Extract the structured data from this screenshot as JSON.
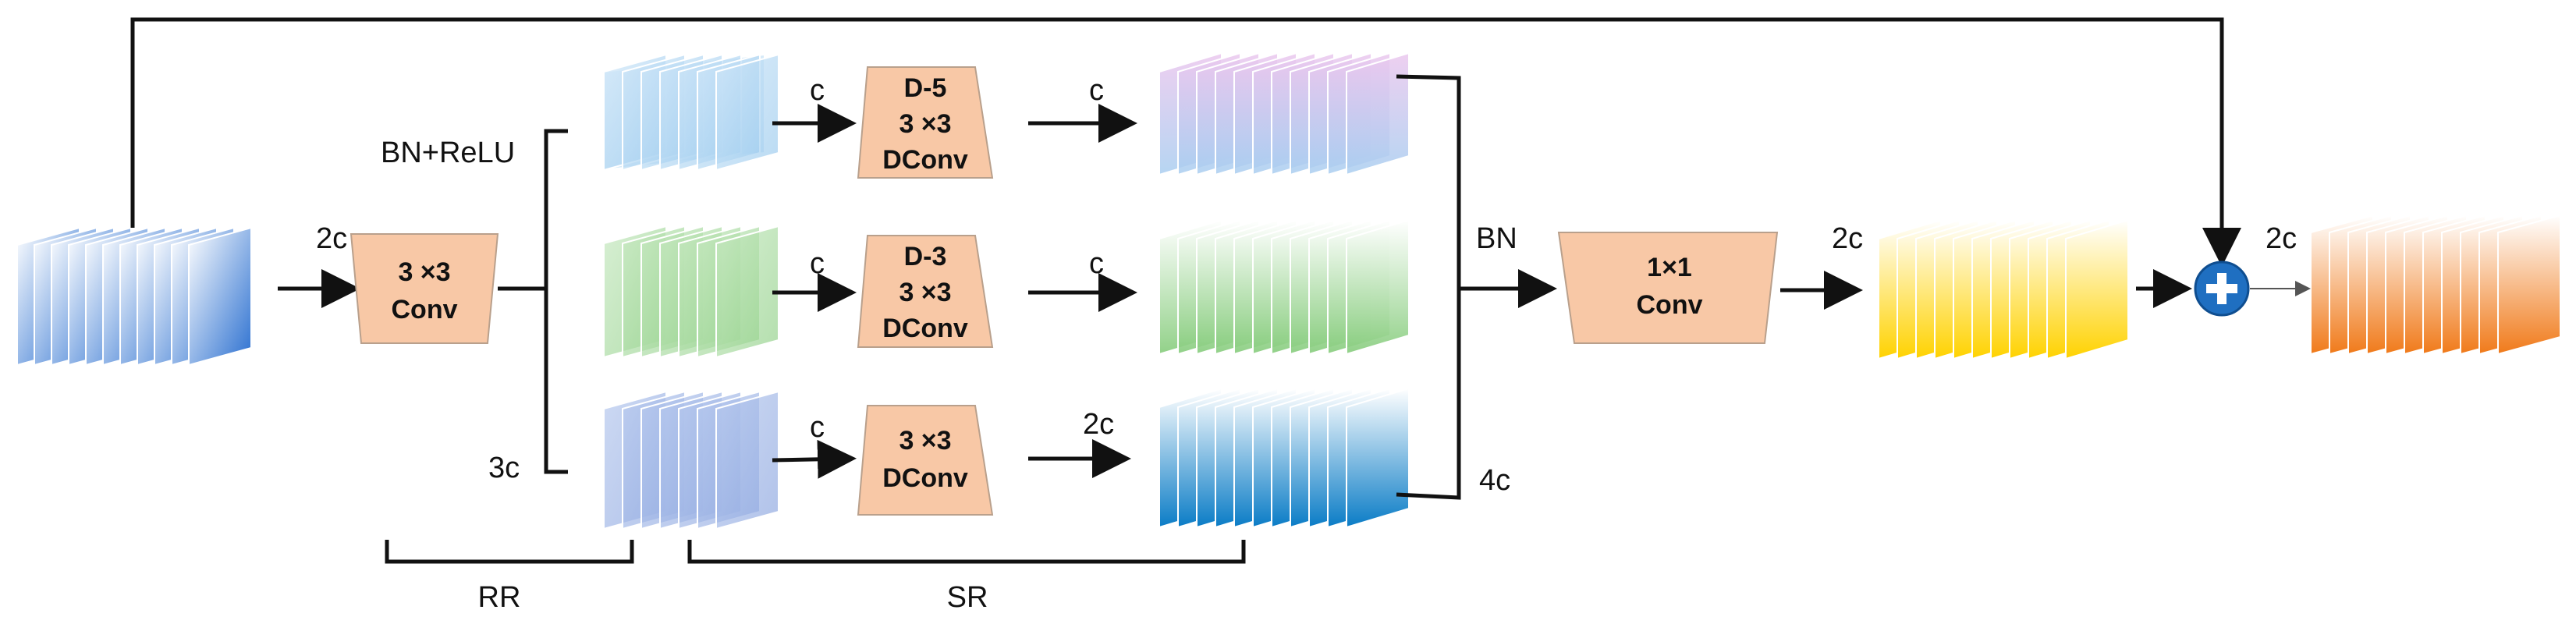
{
  "blocks": {
    "conv3x3": [
      "3 ×3",
      "Conv"
    ],
    "d5": [
      "D-5",
      "3 ×3",
      "DConv"
    ],
    "d3": [
      "D-3",
      "3 ×3",
      "DConv"
    ],
    "dconv": [
      "3 ×3",
      "DConv"
    ],
    "conv1x1": [
      "1×1",
      "Conv"
    ]
  },
  "labels": {
    "in_channels": "2c",
    "bn_relu": "BN+ReLU",
    "split_channels": "3c",
    "c_top_in": "c",
    "c_top_out": "c",
    "c_mid_in": "c",
    "c_mid_out": "c",
    "c_bot_in": "c",
    "c_bot_out": "2c",
    "bn": "BN",
    "concat_channels": "4c",
    "conv_out_channels": "2c",
    "out_channels": "2c",
    "rr": "RR",
    "sr": "SR"
  },
  "colors": {
    "input_stack": [
      "#ffffff",
      "#2a6fd0"
    ],
    "top_split": [
      "#cfe6f8",
      "#9ccbee"
    ],
    "mid_split": [
      "#c6e8c0",
      "#93d18a"
    ],
    "bot_split": [
      "#b7c9ee",
      "#8fa8e0"
    ],
    "top_out": [
      "#ebc7ee",
      "#a9cef0"
    ],
    "mid_out": [
      "#ffffff",
      "#86cc7c"
    ],
    "bot_out": [
      "#ffffff",
      "#0a7cc6"
    ],
    "conv_out": [
      "#ffffff",
      "#ffd200"
    ],
    "final_out": [
      "#ffffff",
      "#f07a1a"
    ],
    "block_fill": "#f8c8a6",
    "add_circle": "#1f6fc1"
  },
  "icons": {
    "add": "plus-circle-icon"
  }
}
